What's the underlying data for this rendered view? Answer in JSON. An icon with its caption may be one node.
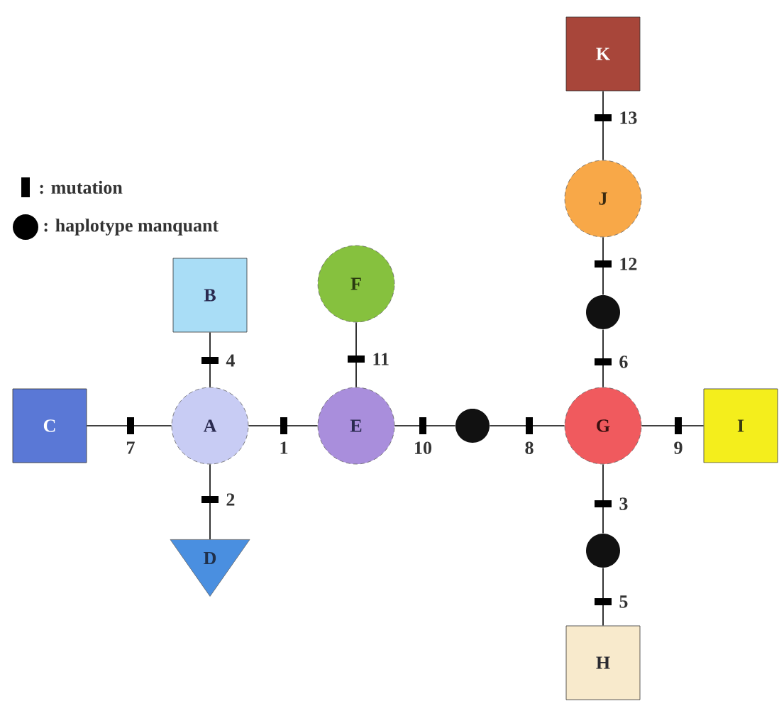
{
  "diagram": {
    "nodes": [
      {
        "text": [
          "A"
        ]
      },
      {
        "text": [
          "B"
        ]
      },
      {
        "text": [
          "C"
        ]
      },
      {
        "text": [
          "D"
        ]
      },
      {
        "text": [
          "E"
        ]
      },
      {
        "text": [
          "F"
        ]
      },
      {
        "text": [],
        "shape": "circle"
      },
      {
        "text": [
          "G"
        ]
      },
      {
        "text": [
          "I"
        ]
      },
      {
        "text": [],
        "shape": "circle"
      },
      {
        "text": [
          "J"
        ]
      },
      {
        "text": [
          "K"
        ]
      },
      {
        "text": [],
        "shape": "circle"
      },
      {
        "text": [
          "H"
        ]
      }
    ],
    "edges": [
      {
        "from": 2,
        "to": 0,
        "arrow": "none",
        "label": "7"
      },
      {
        "from": 0,
        "to": 1,
        "arrow": "none",
        "label": "4"
      },
      {
        "from": 0,
        "to": 4,
        "arrow": "none",
        "label": "1"
      },
      {
        "from": 0,
        "to": 3,
        "arrow": "none",
        "label": "2"
      },
      {
        "from": 4,
        "to": 5,
        "arrow": "none",
        "label": "11"
      },
      {
        "from": 4,
        "to": 6,
        "arrow": "none",
        "label": "10"
      },
      {
        "from": 6,
        "to": 7,
        "arrow": "none",
        "label": "8"
      },
      {
        "from": 7,
        "to": 8,
        "arrow": "none",
        "label": "9"
      },
      {
        "from": 7,
        "to": 9,
        "arrow": "none",
        "label": "6"
      },
      {
        "from": 9,
        "to": 10,
        "arrow": "none",
        "label": "12"
      },
      {
        "from": 10,
        "to": 11,
        "arrow": "none",
        "label": "13"
      },
      {
        "from": 7,
        "to": 12,
        "arrow": "none",
        "label": "3"
      },
      {
        "from": 12,
        "to": 13,
        "arrow": "none",
        "label": "5"
      }
    ],
    "legend": [
      {
        "text": ": mutation"
      },
      {
        "text": ": haplotype manquant"
      }
    ]
  }
}
